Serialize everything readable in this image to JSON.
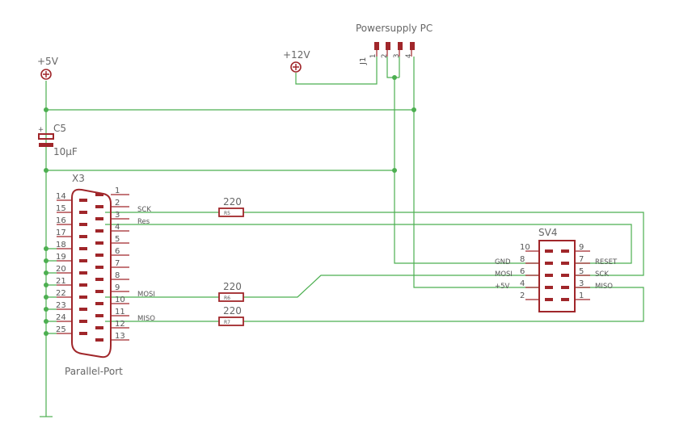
{
  "diagram": {
    "labels": {
      "vcc5": "+5V",
      "vcc12": "+12V",
      "power_title": "Powersupply PC",
      "j1": "J1",
      "c5_name": "C5",
      "c5_value": "10µF",
      "x3": "X3",
      "parallel": "Parallel-Port",
      "sv4": "SV4",
      "r5_value": "220",
      "r5_name": "R5",
      "r6_value": "220",
      "r6_name": "R6",
      "r7_value": "220",
      "r7_name": "R7",
      "sck": "SCK",
      "res": "Res",
      "mosi": "MOSI",
      "miso": "MISO",
      "gnd_sv": "GND",
      "mosi_sv": "MOSI",
      "vcc_sv": "+5V",
      "reset_sv": "RESET",
      "sck_sv": "SCK",
      "miso_sv": "MISO"
    },
    "j1_pins": [
      "1",
      "2",
      "3",
      "4"
    ],
    "x3_left_pins": [
      "14",
      "15",
      "16",
      "17",
      "18",
      "19",
      "20",
      "21",
      "22",
      "23",
      "24",
      "25"
    ],
    "x3_right_pins": [
      "1",
      "2",
      "3",
      "4",
      "5",
      "6",
      "7",
      "8",
      "9",
      "10",
      "11",
      "12",
      "13"
    ],
    "sv4_left_pins": [
      "10",
      "8",
      "6",
      "4",
      "2"
    ],
    "sv4_right_pins": [
      "9",
      "7",
      "5",
      "3",
      "1"
    ],
    "colors": {
      "wire": "#4caf50",
      "part": "#a0262a",
      "text": "#666666"
    }
  }
}
